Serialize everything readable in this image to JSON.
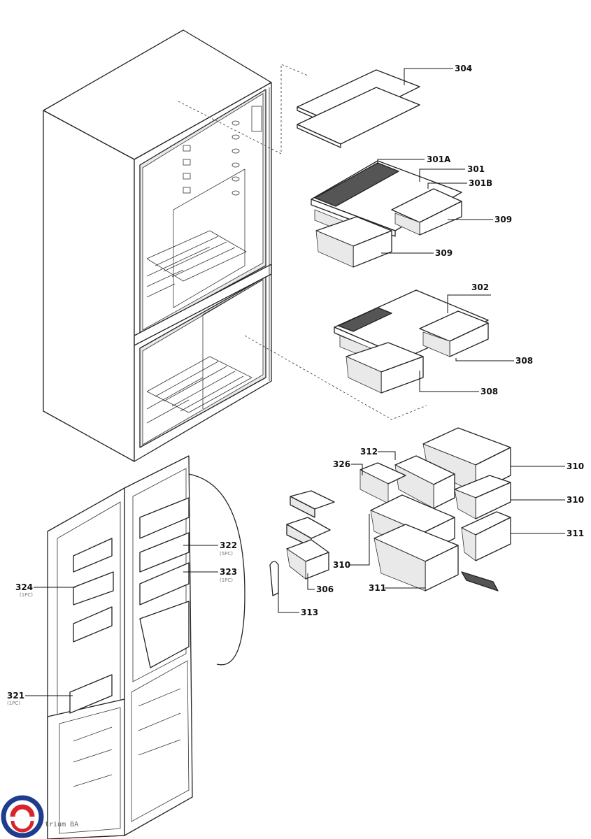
{
  "parts": [
    {
      "id": "p304",
      "number": "304"
    },
    {
      "id": "p301A",
      "number": "301A"
    },
    {
      "id": "p301",
      "number": "301"
    },
    {
      "id": "p301B",
      "number": "301B"
    },
    {
      "id": "p309a",
      "number": "309"
    },
    {
      "id": "p309b",
      "number": "309"
    },
    {
      "id": "p302",
      "number": "302"
    },
    {
      "id": "p308a",
      "number": "308"
    },
    {
      "id": "p308b",
      "number": "308"
    },
    {
      "id": "p312",
      "number": "312"
    },
    {
      "id": "p326",
      "number": "326"
    },
    {
      "id": "p310a",
      "number": "310"
    },
    {
      "id": "p310b",
      "number": "310"
    },
    {
      "id": "p310c",
      "number": "310"
    },
    {
      "id": "p311a",
      "number": "311"
    },
    {
      "id": "p311b",
      "number": "311"
    },
    {
      "id": "p306",
      "number": "306"
    },
    {
      "id": "p313",
      "number": "313"
    },
    {
      "id": "p322",
      "number": "322",
      "qty": "(5PC)"
    },
    {
      "id": "p323",
      "number": "323",
      "qty": "(1PC)"
    },
    {
      "id": "p324",
      "number": "324",
      "qty": "(1PC)"
    },
    {
      "id": "p321",
      "number": "321",
      "qty": "(1PC)"
    }
  ],
  "watermark": {
    "text": "trium BA",
    "colors": {
      "blue": "#1f3d8f",
      "red": "#d8242a"
    }
  }
}
